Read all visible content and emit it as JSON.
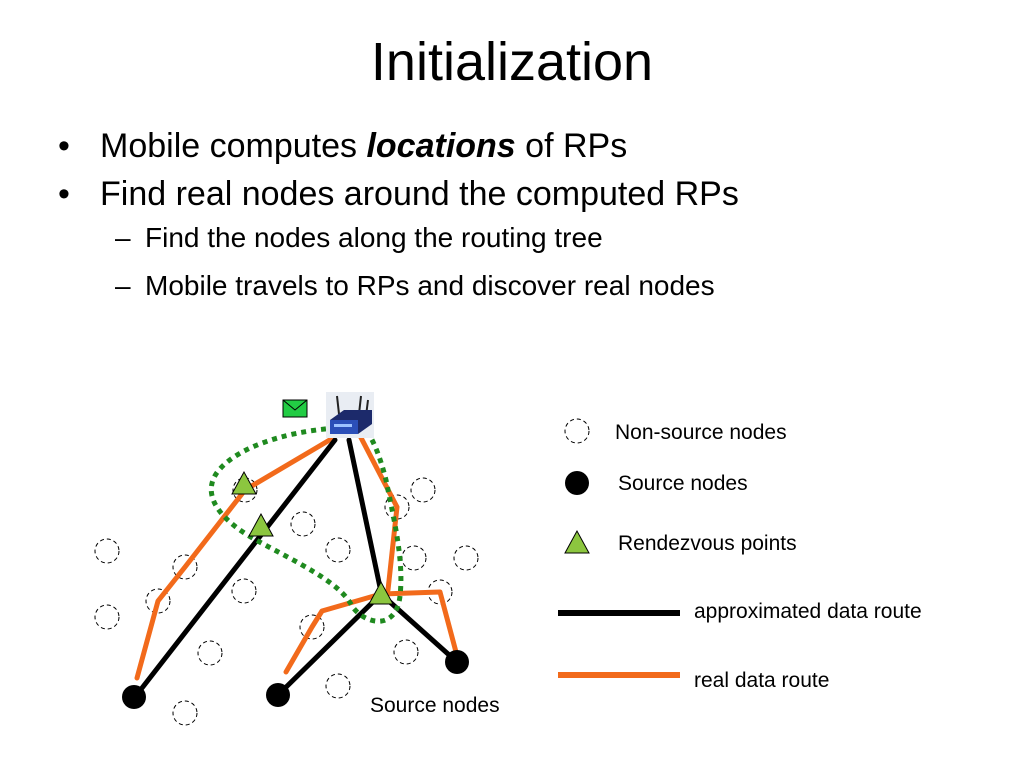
{
  "slide": {
    "title": "Initialization",
    "bullets": [
      {
        "prefix": "Mobile computes ",
        "emphasis": "locations",
        "suffix": " of RPs"
      },
      {
        "text": "Find real nodes around the computed RPs"
      }
    ],
    "sub_bullets": [
      "Find the nodes along the routing tree",
      "Mobile travels to RPs and discover real nodes"
    ],
    "bullet_marker": "•",
    "sub_marker": "–"
  },
  "diagram": {
    "source_nodes_label": "Source nodes",
    "icons": [
      "wireless-router-icon",
      "message-envelope-icon"
    ],
    "colors": {
      "approximated_route": "#000000",
      "real_route": "#f26a1b",
      "mobile_path": "#1f8a1f",
      "rendezvous_point": "#8cc63f",
      "envelope": "#22cc44"
    }
  },
  "legend": {
    "non_source": "Non-source nodes",
    "source": "Source nodes",
    "rendezvous": "Rendezvous points",
    "approximated": "approximated data route",
    "real": "real data route"
  }
}
